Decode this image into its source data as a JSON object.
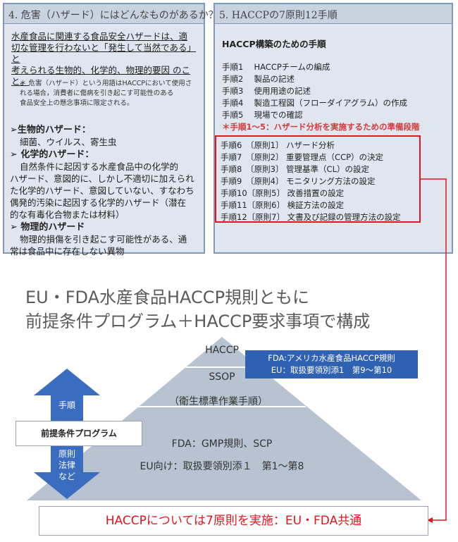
{
  "left_panel": {
    "header": "4. 危害（ハザード）にはどんなものがあるか？",
    "intro": [
      "水産食品に関連する食品安全ハザードは、適",
      "切な管理を行わないと「発生して当然である」と",
      "考えられる生物的、化学的、物理的要因 のこ",
      "と。"
    ],
    "note": [
      "＊ 危害（ハザード）という用語はHACCPにおいて使用さ",
      "れる場合，消費者に傷病を引き起こす可能性のある",
      "食品安全上の懸念事項に限定される。"
    ],
    "bio_title": "➢生物的ハザード：",
    "bio_body": "細菌、ウイルス、寄生虫",
    "chem_title": "➢ 化学的ハザード：",
    "chem_body": [
      "自然条件に起因する水産食品中の化学的",
      "ハザード、意図的に、しかし不適切に加えられ",
      "た化学的ハザード、意図していない、すなわち",
      "偶発的汚染に起因する化学的ハザード（潜在",
      "的な有毒化合物または材料）"
    ],
    "phys_title": "➢ 物理的ハザード",
    "phys_body": [
      "物理的損傷を引き起こす可能性がある、通",
      "常は食品中に存在しない異物"
    ]
  },
  "right_panel": {
    "header": "5. HACCPの7原則12手順",
    "title": "HACCP構築のための手順",
    "steps": [
      "手順1　 HACCPチームの編成",
      "手順2　 製品の記述",
      "手順3　 使用用途の記述",
      "手順4　 製造工程図（フローダイアグラム）の作成",
      "手順5　 現場での確認"
    ],
    "warning": "＊手順1～5：ハザード分析を実施するための準備段階",
    "principle_steps": [
      "手順6　〔原則1〕 ハザード分析",
      "手順7　〔原則2〕 重要管理点（CCP）の決定",
      "手順8　〔原則3〕 管理基準（CL）の設定",
      "手順9　〔原則4〕 モニタリング方法の設定",
      "手順10〔原則5〕 改善措置の設定",
      "手順11〔原則6〕 検証方法の設定",
      "手順12〔原則7〕 文書及び記録の管理方法の設定"
    ]
  },
  "headline": {
    "line1": "EU・FDA水産食品HACCP規則ともに",
    "line2": "前提条件プログラム＋HACCP要求事項で構成"
  },
  "pyramid": {
    "haccp": "HACCP",
    "ssop": "SSOP",
    "ssop_sub": "（衛生標準作業手順）",
    "fda_gmp": "FDA：GMP規則、SCP",
    "eu_ref": "EU向け：取扱要領別添１　第1～第8",
    "blue_box_line1": "FDA:アメリカ水産食品HACCP規則",
    "blue_box_line2": "EU：取扱要領別添1　第9～第10",
    "arrow_up_label": "手順",
    "prereq_label": "前提条件プログラム",
    "arrow_down_label": "原則\n法律\nなど"
  },
  "banner": "HACCPについては7原則を実施：EU・FDA共通",
  "colors": {
    "panel_bg": "#dfe6ef",
    "panel_border": "#7f98b6",
    "red": "#e0151f",
    "pyramid": "#b7c3d1",
    "blue_box": "#2f62b2",
    "arrow_blue": "#3a6cc0"
  }
}
